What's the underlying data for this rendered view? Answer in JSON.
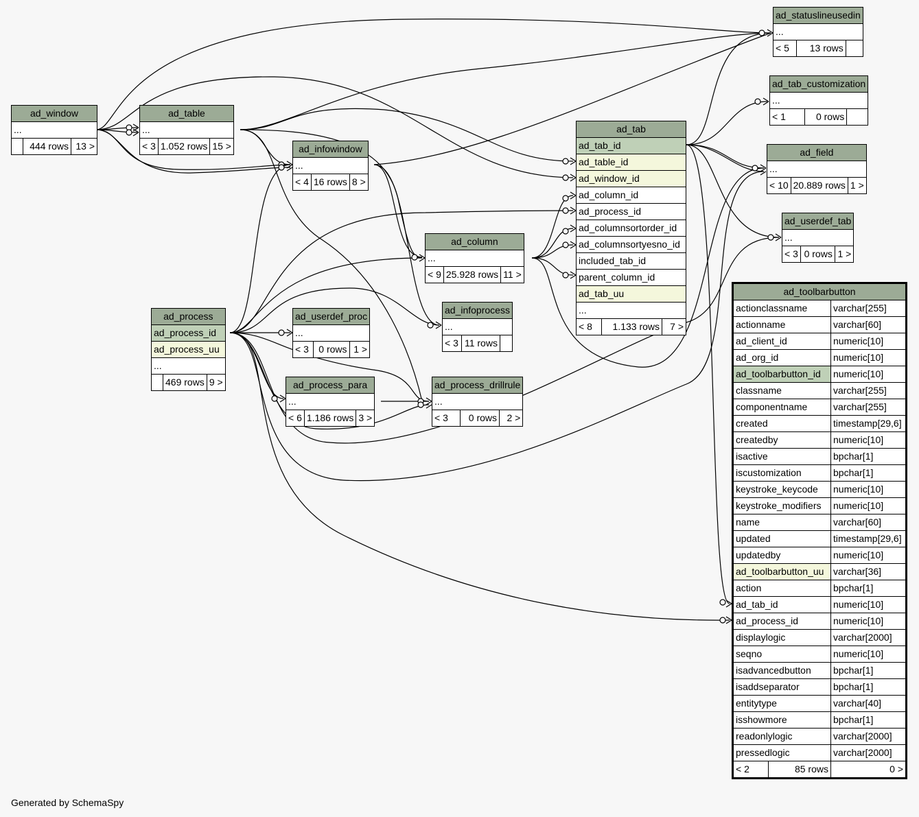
{
  "footer": "Generated by SchemaSpy",
  "tables": {
    "ad_window": {
      "name": "ad_window",
      "more": "...",
      "parents": "",
      "rows": "444 rows",
      "children": "13 >"
    },
    "ad_table": {
      "name": "ad_table",
      "more": "...",
      "parents": "< 3",
      "rows": "1.052 rows",
      "children": "15 >"
    },
    "ad_infowindow": {
      "name": "ad_infowindow",
      "more": "...",
      "parents": "< 4",
      "rows": "16 rows",
      "children": "8 >"
    },
    "ad_statuslineusedin": {
      "name": "ad_statuslineusedin",
      "more": "...",
      "parents": "< 5",
      "rows": "13 rows",
      "children": ""
    },
    "ad_tab_customization": {
      "name": "ad_tab_customization",
      "more": "...",
      "parents": "< 1",
      "rows": "0 rows",
      "children": ""
    },
    "ad_field": {
      "name": "ad_field",
      "more": "...",
      "parents": "< 10",
      "rows": "20.889 rows",
      "children": "1 >"
    },
    "ad_userdef_tab": {
      "name": "ad_userdef_tab",
      "more": "...",
      "parents": "< 3",
      "rows": "0 rows",
      "children": "1 >"
    },
    "ad_column": {
      "name": "ad_column",
      "more": "...",
      "parents": "< 9",
      "rows": "25.928 rows",
      "children": "11 >"
    },
    "ad_infoprocess": {
      "name": "ad_infoprocess",
      "more": "...",
      "parents": "< 3",
      "rows": "11 rows",
      "children": ""
    },
    "ad_userdef_proc": {
      "name": "ad_userdef_proc",
      "more": "...",
      "parents": "< 3",
      "rows": "0 rows",
      "children": "1 >"
    },
    "ad_process_para": {
      "name": "ad_process_para",
      "more": "...",
      "parents": "< 6",
      "rows": "1.186 rows",
      "children": "3 >"
    },
    "ad_process_drillrule": {
      "name": "ad_process_drillrule",
      "more": "...",
      "parents": "< 3",
      "rows": "0 rows",
      "children": "2 >"
    },
    "ad_process": {
      "name": "ad_process",
      "columns": [
        "ad_process_id",
        "ad_process_uu"
      ],
      "more": "...",
      "parents": "",
      "rows": "469 rows",
      "children": "9 >"
    },
    "ad_tab": {
      "name": "ad_tab",
      "columns": [
        "ad_tab_id",
        "ad_table_id",
        "ad_window_id",
        "ad_column_id",
        "ad_process_id",
        "ad_columnsortorder_id",
        "ad_columnsortyesno_id",
        "included_tab_id",
        "parent_column_id",
        "ad_tab_uu"
      ],
      "more": "...",
      "parents": "< 8",
      "rows": "1.133 rows",
      "children": "7 >"
    },
    "ad_toolbarbutton": {
      "name": "ad_toolbarbutton",
      "columns": [
        {
          "name": "actionclassname",
          "type": "varchar[255]"
        },
        {
          "name": "actionname",
          "type": "varchar[60]"
        },
        {
          "name": "ad_client_id",
          "type": "numeric[10]"
        },
        {
          "name": "ad_org_id",
          "type": "numeric[10]"
        },
        {
          "name": "ad_toolbarbutton_id",
          "type": "numeric[10]"
        },
        {
          "name": "classname",
          "type": "varchar[255]"
        },
        {
          "name": "componentname",
          "type": "varchar[255]"
        },
        {
          "name": "created",
          "type": "timestamp[29,6]"
        },
        {
          "name": "createdby",
          "type": "numeric[10]"
        },
        {
          "name": "isactive",
          "type": "bpchar[1]"
        },
        {
          "name": "iscustomization",
          "type": "bpchar[1]"
        },
        {
          "name": "keystroke_keycode",
          "type": "numeric[10]"
        },
        {
          "name": "keystroke_modifiers",
          "type": "numeric[10]"
        },
        {
          "name": "name",
          "type": "varchar[60]"
        },
        {
          "name": "updated",
          "type": "timestamp[29,6]"
        },
        {
          "name": "updatedby",
          "type": "numeric[10]"
        },
        {
          "name": "ad_toolbarbutton_uu",
          "type": "varchar[36]"
        },
        {
          "name": "action",
          "type": "bpchar[1]"
        },
        {
          "name": "ad_tab_id",
          "type": "numeric[10]"
        },
        {
          "name": "ad_process_id",
          "type": "numeric[10]"
        },
        {
          "name": "displaylogic",
          "type": "varchar[2000]"
        },
        {
          "name": "seqno",
          "type": "numeric[10]"
        },
        {
          "name": "isadvancedbutton",
          "type": "bpchar[1]"
        },
        {
          "name": "isaddseparator",
          "type": "bpchar[1]"
        },
        {
          "name": "entitytype",
          "type": "varchar[40]"
        },
        {
          "name": "isshowmore",
          "type": "bpchar[1]"
        },
        {
          "name": "readonlylogic",
          "type": "varchar[2000]"
        },
        {
          "name": "pressedlogic",
          "type": "varchar[2000]"
        }
      ],
      "parents": "< 2",
      "rows": "85 rows",
      "children": "0 >"
    }
  }
}
